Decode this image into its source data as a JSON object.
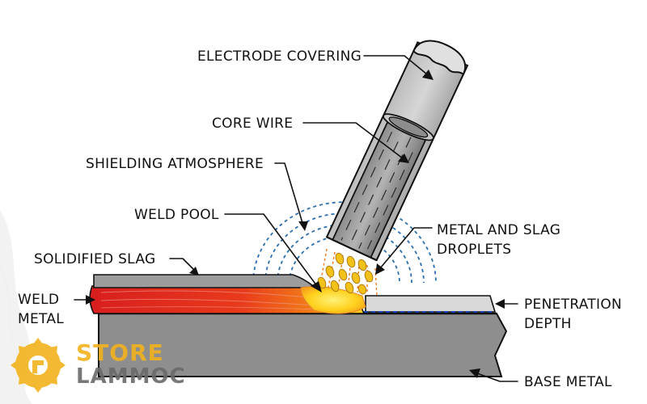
{
  "labels": {
    "electrode_covering": "ELECTRODE COVERING",
    "core_wire": "CORE WIRE",
    "shielding_atmosphere": "SHIELDING ATMOSPHERE",
    "weld_pool": "WELD POOL",
    "metal_and_slag_line1": "METAL AND SLAG",
    "metal_and_slag_line2": "DROPLETS",
    "solidified_slag": "SOLIDIFIED SLAG",
    "weld_metal_line1": "WELD",
    "weld_metal_line2": "METAL",
    "penetration_line1": "PENETRATION",
    "penetration_line2": "DEPTH",
    "base_metal": "BASE METAL"
  },
  "watermark": {
    "line1": "STORE",
    "line2": "LAMMOC"
  },
  "colors": {
    "line": "#111111",
    "base_metal": "#8a8a8a",
    "slag": "#9a9a9a",
    "weld_red": "#e02020",
    "weld_orange": "#f07a18",
    "pool_yellow": "#ffd21e",
    "shield_blue": "#2a6fb0",
    "watermark_gold": "#f2b21c",
    "watermark_grey": "#6a6a6a"
  }
}
